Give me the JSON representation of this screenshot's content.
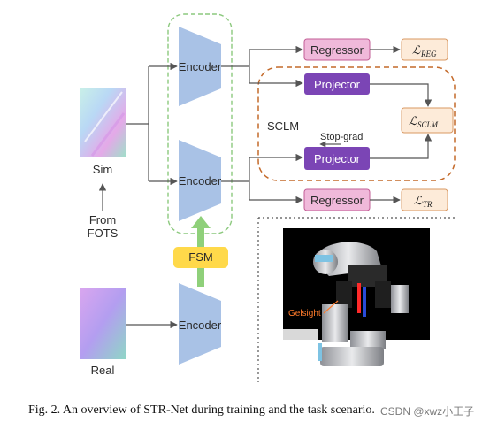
{
  "nodes": {
    "encoder_top": "Encoder",
    "encoder_mid": "Encoder",
    "encoder_bottom": "Encoder",
    "fsm": "FSM",
    "regressor_top": "Regressor",
    "regressor_bottom": "Regressor",
    "projector_top": "Projector",
    "projector_bottom": "Projector",
    "sclm_label": "SCLM",
    "stop_grad": "Stop-grad",
    "sim_label": "Sim",
    "from_fots_line1": "From",
    "from_fots_line2": "FOTS",
    "real_label": "Real",
    "gelsight_label": "Gelsight"
  },
  "losses": {
    "reg": {
      "symbol": "ℒ",
      "sub": "REG"
    },
    "sclm": {
      "symbol": "ℒ",
      "sub": "SCLM"
    },
    "tr": {
      "symbol": "ℒ",
      "sub": "TR"
    }
  },
  "caption": "Fig. 2.   An overview of STR-Net during training and the task scenario.",
  "watermark": "CSDN @xwz小王子",
  "colors": {
    "encoder_fill": "#a9c2e6",
    "purple_box": "#7b45b5",
    "pink_box": "#f0b9da",
    "orange_dash": "#c46a2a",
    "green_dash": "#8cc97e",
    "fsm_fill": "#ffd94a",
    "green_arrow": "#8fd07a",
    "loss_border": "#d99862",
    "loss_fill": "#fdebd9"
  }
}
